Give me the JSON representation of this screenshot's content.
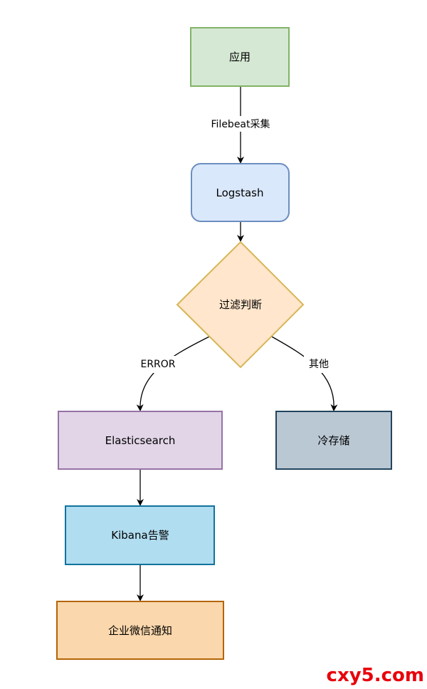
{
  "nodes": {
    "app": {
      "label": "应用",
      "fill": "#d5e8d4",
      "stroke": "#82b366"
    },
    "logstash": {
      "label": "Logstash",
      "fill": "#dae8fc",
      "stroke": "#6c8ebf"
    },
    "filter": {
      "label": "过滤判断",
      "fill": "#ffe6cc",
      "stroke": "#d6b656"
    },
    "elasticsearch": {
      "label": "Elasticsearch",
      "fill": "#e1d5e7",
      "stroke": "#9673a6"
    },
    "cold_storage": {
      "label": "冷存储",
      "fill": "#bac8d3",
      "stroke": "#23445d"
    },
    "kibana": {
      "label": "Kibana告警",
      "fill": "#b1ddf0",
      "stroke": "#10739e"
    },
    "wecom": {
      "label": "企业微信通知",
      "fill": "#fad7ac",
      "stroke": "#b46504"
    }
  },
  "edges": {
    "filebeat": {
      "label": "Filebeat采集"
    },
    "error": {
      "label": "ERROR"
    },
    "other": {
      "label": "其他"
    }
  },
  "watermark": {
    "text": "cxy5.com",
    "color": "#e8000b"
  }
}
